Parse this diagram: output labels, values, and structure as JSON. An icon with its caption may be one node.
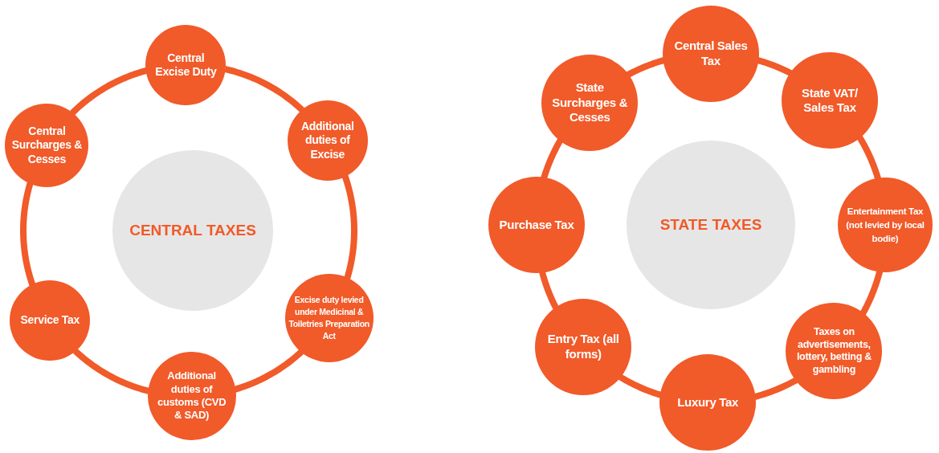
{
  "diagram": {
    "nodes": [
      {
        "text": [
          "Central Excise Duty"
        ]
      },
      {
        "text": [
          "Additional duties of Excise"
        ]
      },
      {
        "text": [
          "Excise duty levied under Medicinal & Toiletries Preparation Act"
        ]
      },
      {
        "text": [
          "Additional duties of customs (CVD & SAD)"
        ]
      },
      {
        "text": [
          "Service Tax"
        ]
      },
      {
        "text": [
          "Central Surcharges & Cesses"
        ]
      },
      {
        "text": [
          "CENTRAL TAXES"
        ]
      },
      {
        "text": [
          "Central Sales Tax"
        ]
      },
      {
        "text": [
          "State VAT/ Sales Tax"
        ]
      },
      {
        "text": [
          "Entertainment Tax (not levied by local bodie)"
        ]
      },
      {
        "text": [
          "Taxes on advertisements, lottery, betting & gambling"
        ]
      },
      {
        "text": [
          "Luxury Tax"
        ]
      },
      {
        "text": [
          "Entry Tax (all forms)"
        ]
      },
      {
        "text": [
          "Purchase Tax"
        ]
      },
      {
        "text": [
          "State Surcharges & Cesses"
        ]
      },
      {
        "text": [
          "STATE TAXES"
        ]
      }
    ],
    "edges": [
      {
        "from": 0,
        "to": 1,
        "arrow": "none"
      },
      {
        "from": 1,
        "to": 2,
        "arrow": "none"
      },
      {
        "from": 2,
        "to": 3,
        "arrow": "none"
      },
      {
        "from": 3,
        "to": 4,
        "arrow": "none"
      },
      {
        "from": 4,
        "to": 5,
        "arrow": "none"
      },
      {
        "from": 5,
        "to": 0,
        "arrow": "none"
      },
      {
        "from": 7,
        "to": 8,
        "arrow": "none"
      },
      {
        "from": 8,
        "to": 9,
        "arrow": "none"
      },
      {
        "from": 9,
        "to": 10,
        "arrow": "none"
      },
      {
        "from": 10,
        "to": 11,
        "arrow": "none"
      },
      {
        "from": 11,
        "to": 12,
        "arrow": "none"
      },
      {
        "from": 12,
        "to": 13,
        "arrow": "none"
      },
      {
        "from": 13,
        "to": 14,
        "arrow": "none"
      },
      {
        "from": 14,
        "to": 7,
        "arrow": "none"
      }
    ]
  }
}
